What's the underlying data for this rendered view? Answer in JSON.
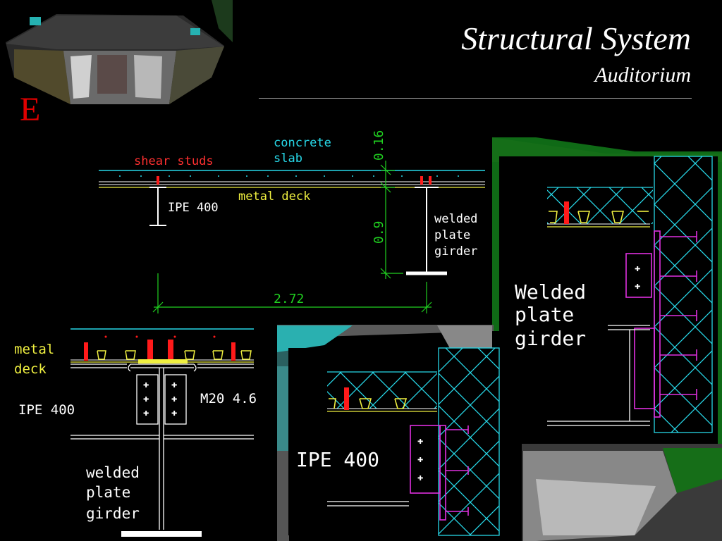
{
  "slide": {
    "title": "Structural System",
    "subtitle": "Auditorium",
    "section_letter": "E"
  },
  "section_main": {
    "concrete_slab_label_1": "concrete",
    "concrete_slab_label_2": "slab",
    "shear_studs_label": "shear studs",
    "metal_deck_label": "metal deck",
    "beam_label": "IPE 400",
    "girder_label_1": "welded",
    "girder_label_2": "plate",
    "girder_label_3": "girder",
    "dim_slab": "0.16",
    "dim_girder": "0.9",
    "dim_span": "2.72"
  },
  "detail_connection": {
    "metal_deck_1": "metal",
    "metal_deck_2": "deck",
    "beam_label": "IPE 400",
    "bolt_label": "M20 4.6",
    "girder_1": "welded",
    "girder_2": "plate",
    "girder_3": "girder"
  },
  "detail_girder_edge": {
    "label_1": "Welded",
    "label_2": "plate",
    "label_3": "girder"
  },
  "detail_beam_edge": {
    "label": "IPE 400"
  },
  "colors": {
    "cyan": "#27d8e8",
    "green": "#20d020",
    "yellow": "#f0f040",
    "red": "#ff1a1a",
    "magenta": "#e030e0",
    "white": "#ffffff"
  }
}
